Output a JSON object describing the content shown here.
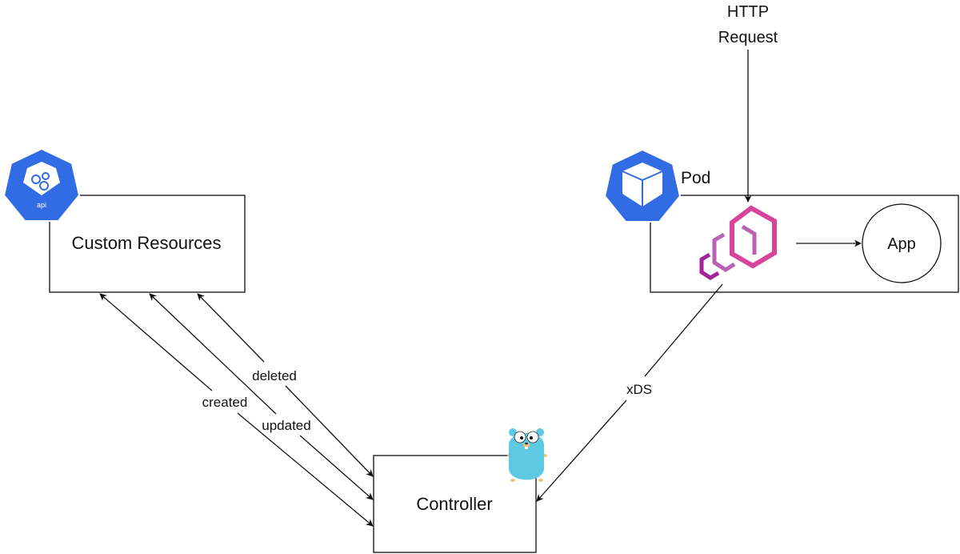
{
  "nodes": {
    "custom_resources": {
      "label": "Custom Resources",
      "icon": "kubernetes-api-icon",
      "icon_label": "api"
    },
    "pod": {
      "label": "Pod",
      "icon": "kubernetes-pod-icon"
    },
    "envoy": {
      "icon": "envoy-proxy-icon"
    },
    "app": {
      "label": "App"
    },
    "controller": {
      "label": "Controller",
      "icon": "go-gopher-icon"
    },
    "http_request": {
      "line1": "HTTP",
      "line2": "Request"
    }
  },
  "edges": {
    "created": "created",
    "updated": "updated",
    "deleted": "deleted",
    "xds": "xDS"
  },
  "colors": {
    "kubernetes_blue": "#326ce5",
    "envoy_pink": "#d6449c",
    "envoy_mid": "#bb62b5",
    "envoy_purple": "#a5239a",
    "gopher_cyan": "#5dc9e2",
    "stroke": "#111111"
  }
}
